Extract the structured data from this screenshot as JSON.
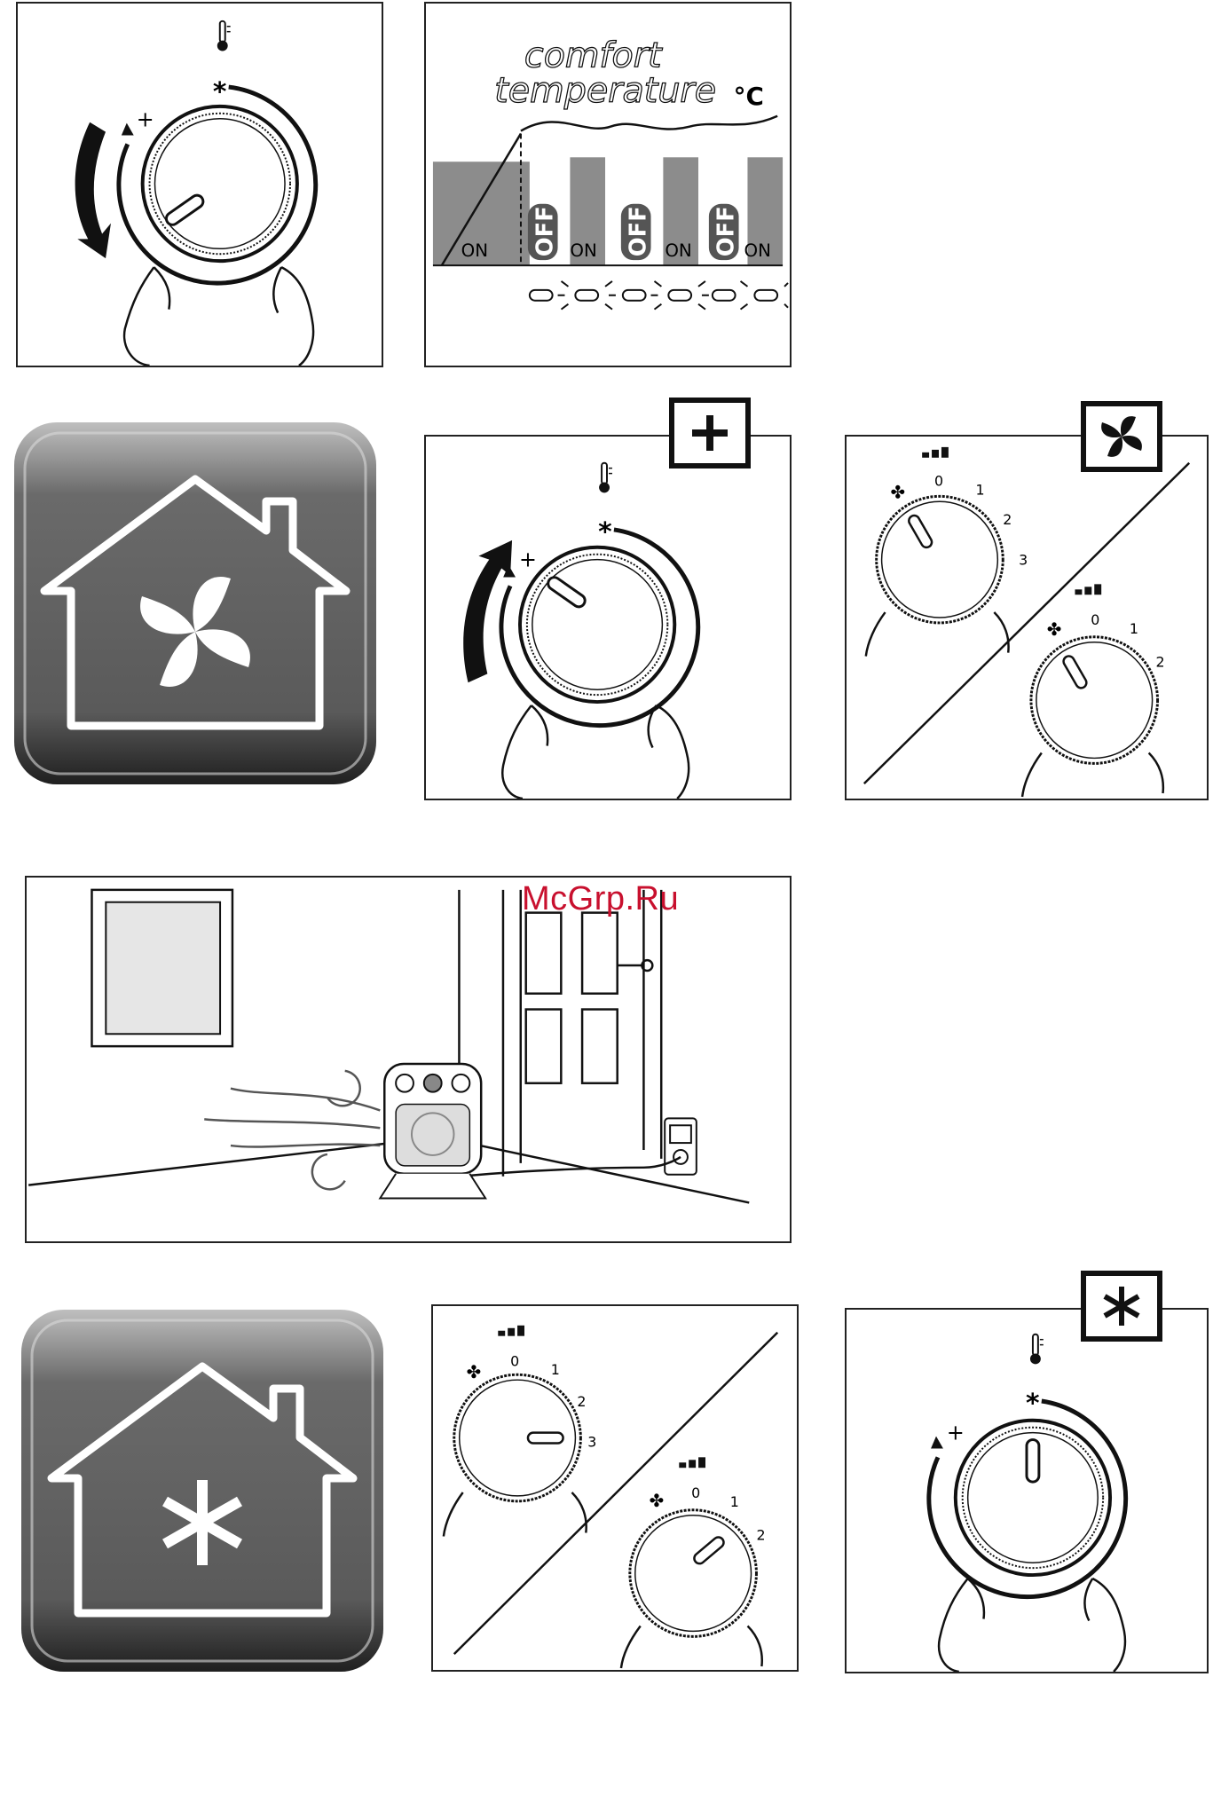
{
  "watermark": "McGrp.Ru",
  "chart_labels": {
    "title_line1": "comfort",
    "title_line2": "temperature",
    "unit": "°C",
    "on": "ON",
    "off": "OFF"
  },
  "dial_symbols": {
    "plus": "+",
    "snow": "*"
  },
  "fan_dial": {
    "zero": "0",
    "one": "1",
    "two": "2",
    "three": "3"
  },
  "icons": [
    "thermometer-icon",
    "fan-icon",
    "plus-icon",
    "snowflake-icon",
    "house-fan-icon",
    "house-snowflake-icon"
  ]
}
